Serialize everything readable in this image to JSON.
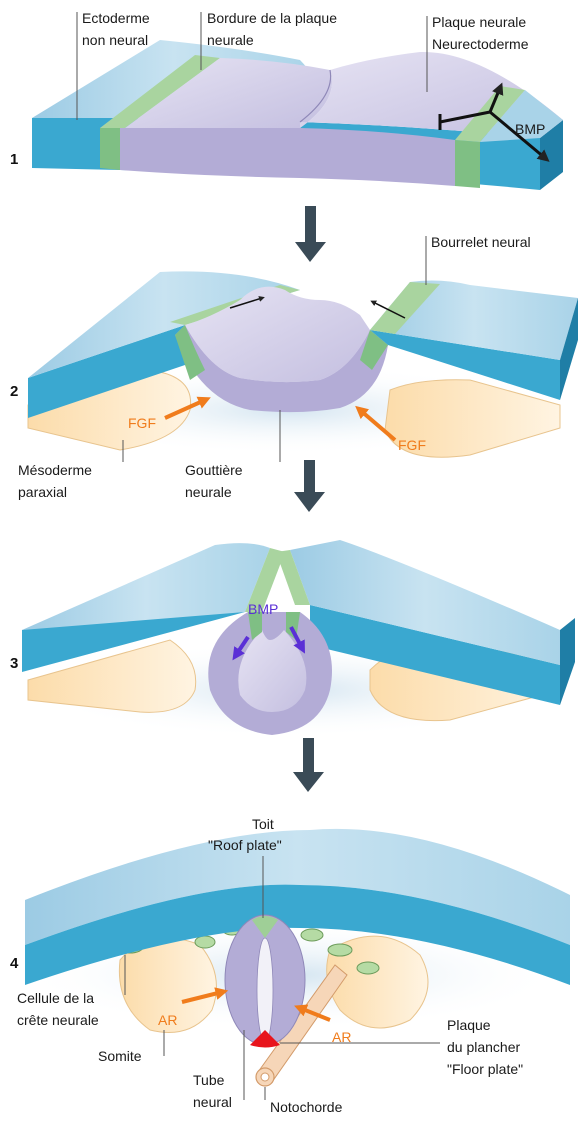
{
  "steps": [
    "1",
    "2",
    "3",
    "4"
  ],
  "panel1": {
    "label_ectoderme": [
      "Ectoderme",
      "non neural"
    ],
    "label_bordure": [
      "Bordure de la plaque",
      "neurale"
    ],
    "label_plaque": [
      "Plaque neurale",
      "Neurectoderme"
    ],
    "signal": "BMP"
  },
  "panel2": {
    "label_bourrelet": "Bourrelet neural",
    "label_mesoderme": [
      "Mésoderme",
      "paraxial"
    ],
    "label_gouttiere": [
      "Gouttière",
      "neurale"
    ],
    "signal_left": "FGF",
    "signal_right": "FGF"
  },
  "panel3": {
    "signal": "BMP"
  },
  "panel4": {
    "label_toit": [
      "Toit",
      "\"Roof plate\""
    ],
    "label_cellule": [
      "Cellule de la",
      "crête neurale"
    ],
    "label_somite": "Somite",
    "label_tube": [
      "Tube",
      "neural"
    ],
    "label_notochorde": "Notochorde",
    "label_plancher": [
      "Plaque",
      "du plancher",
      "\"Floor plate\""
    ],
    "signal_left": "AR",
    "signal_right": "AR"
  },
  "colors": {
    "ectoderm_top": "#a9d3e8",
    "ectoderm_side": "#3aa8d0",
    "border_green": "#9fcf97",
    "neural_plate": "#b9b3d9",
    "mesoderm": "#fde9c6",
    "arrow_dark": "#3a4b57",
    "signal_orange": "#f07c1c",
    "signal_purple": "#5a2fd6",
    "floor_red": "#e8141c"
  }
}
